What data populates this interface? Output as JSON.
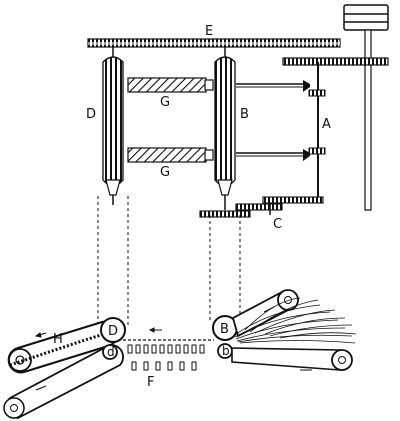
{
  "diagram": {
    "labels": {
      "E": "E",
      "D": "D",
      "B": "B",
      "A": "A",
      "G1": "G",
      "G2": "G",
      "C": "C",
      "F": "F",
      "H": "H",
      "roller_D": "D",
      "roller_B": "B",
      "roller_d": "d",
      "roller_b": "b"
    },
    "colors": {
      "ink": "#111111",
      "paper": "#ffffff"
    }
  }
}
